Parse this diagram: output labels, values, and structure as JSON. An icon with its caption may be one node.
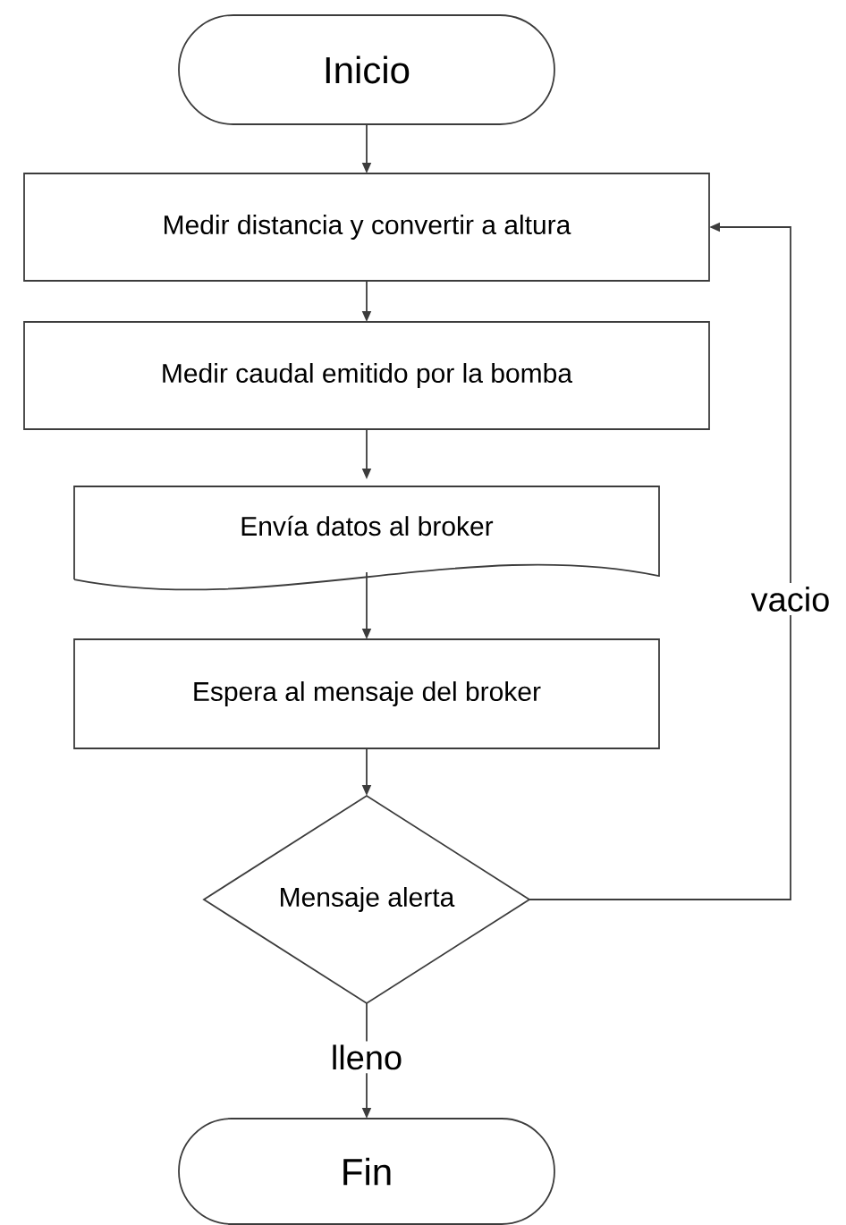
{
  "diagram": {
    "nodes": [
      {
        "text": [
          "Inicio"
        ]
      },
      {
        "text": [
          "Medir distancia y convertir a altura"
        ]
      },
      {
        "text": [
          "Medir caudal emitido por la bomba"
        ]
      },
      {
        "text": [
          "Envía datos al broker"
        ]
      },
      {
        "text": [
          "Espera al mensaje del broker"
        ]
      },
      {
        "text": [
          "Mensaje alerta"
        ]
      },
      {
        "text": [
          "Fin"
        ]
      }
    ],
    "edges": [
      {
        "from": 0,
        "to": 1,
        "arrow": "to"
      },
      {
        "from": 1,
        "to": 2,
        "arrow": "to"
      },
      {
        "from": 2,
        "to": 3,
        "arrow": "to"
      },
      {
        "from": 3,
        "to": 4,
        "arrow": "to"
      },
      {
        "from": 4,
        "to": 5,
        "arrow": "to"
      },
      {
        "from": 5,
        "to": 6,
        "arrow": "to",
        "label": "lleno"
      },
      {
        "from": 5,
        "to": 1,
        "arrow": "to",
        "label": "vacio"
      }
    ]
  }
}
